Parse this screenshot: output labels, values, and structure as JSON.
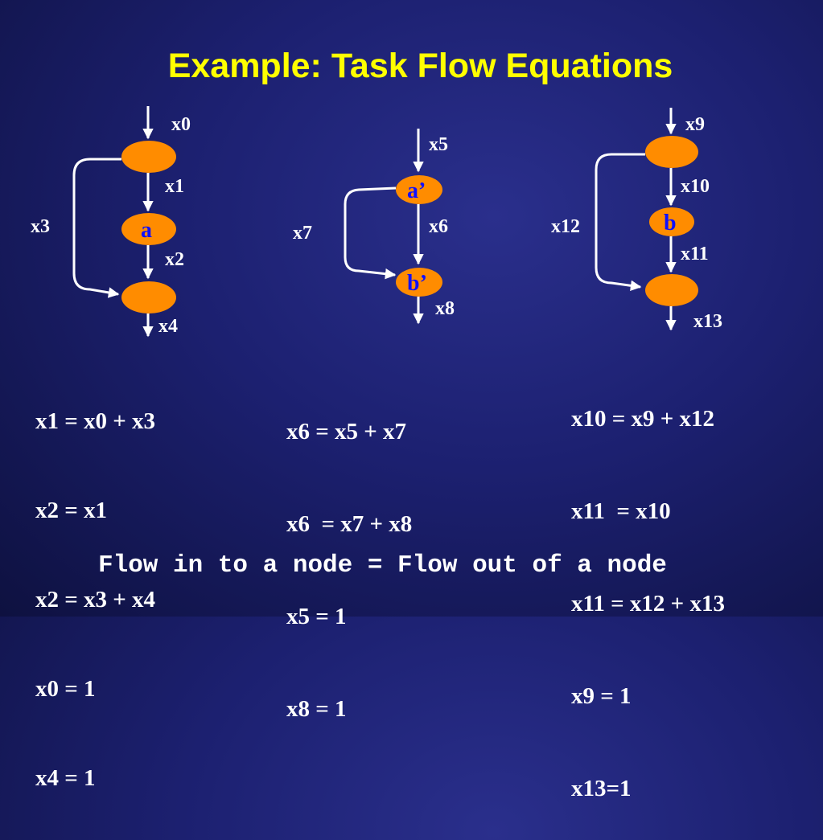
{
  "slide": {
    "title": "Example: Task Flow Equations",
    "footer": "Flow in to a node = Flow out of a node"
  },
  "colors": {
    "background": "#1c2070",
    "title": "#ffff00",
    "node_fill": "#ff8c00",
    "node_label": "#1010ff",
    "text": "#ffffff"
  },
  "diagrams": [
    {
      "id": "left",
      "edges": [
        "x0",
        "x1",
        "x2",
        "x3",
        "x4"
      ],
      "nodes": [
        "",
        "a",
        ""
      ],
      "equations": [
        "x1 = x0 + x3",
        "x2 = x1",
        "x2 = x3 + x4",
        "x0 = 1",
        "x4 = 1"
      ]
    },
    {
      "id": "middle",
      "edges": [
        "x5",
        "x6",
        "x7",
        "x8"
      ],
      "nodes": [
        "a’",
        "b’"
      ],
      "equations": [
        "x6 = x5 + x7",
        "x6  = x7 + x8",
        "x5 = 1",
        "x8 = 1"
      ]
    },
    {
      "id": "right",
      "edges": [
        "x9",
        "x10",
        "x11",
        "x12",
        "x13"
      ],
      "nodes": [
        "",
        "b",
        ""
      ],
      "equations": [
        "x10 = x9 + x12",
        "x11  = x10",
        "x11 = x12 + x13",
        "x9 = 1",
        "x13=1"
      ]
    }
  ]
}
